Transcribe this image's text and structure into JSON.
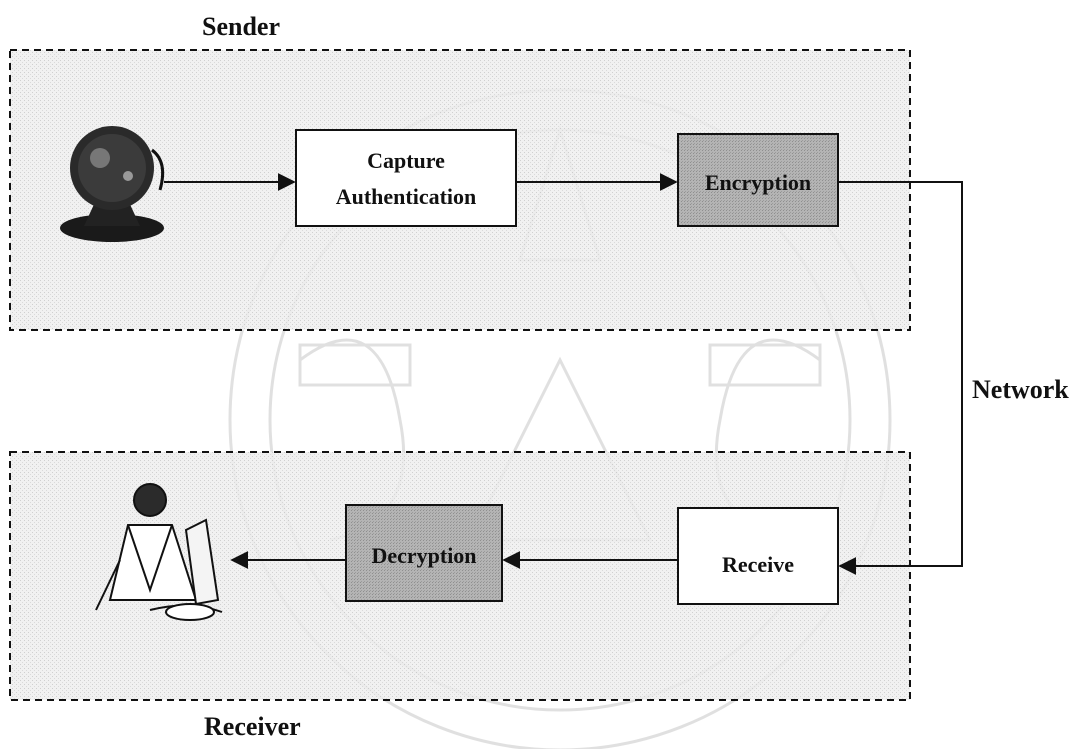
{
  "sender": {
    "label": "Sender"
  },
  "receiver": {
    "label": "Receiver"
  },
  "network": {
    "label": "Network"
  },
  "boxes": {
    "capture": {
      "line1": "Capture",
      "line2": "Authentication"
    },
    "encryption": {
      "label": "Encryption"
    },
    "receive": {
      "label": "Receive"
    },
    "decryption": {
      "label": "Decryption"
    }
  },
  "icons": {
    "sender_device": "webcam-icon",
    "receiver_person": "person-at-desk-icon"
  },
  "colors": {
    "region_fill": "#ececec",
    "stroke": "#111111",
    "white_box": "#ffffff",
    "shaded_box": "#a9a9a9"
  }
}
